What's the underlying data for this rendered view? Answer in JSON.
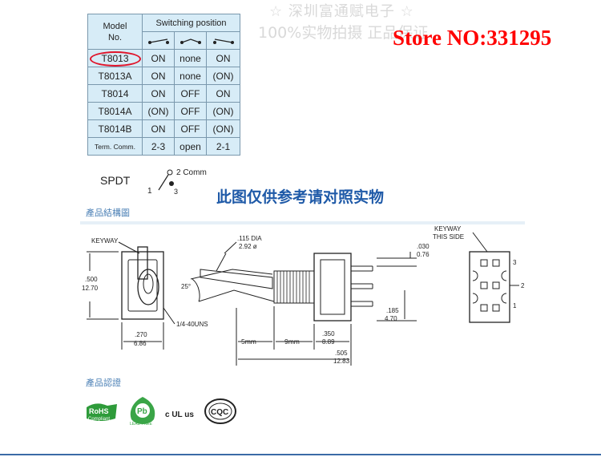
{
  "watermark": {
    "line1": "☆ 深圳富通赋电子 ☆",
    "line2": "100%实物拍摄 正品保证"
  },
  "store": "Store NO:331295",
  "table": {
    "model_header": "Model No.",
    "switching_header": "Switching position",
    "rows": [
      {
        "model": "T8013",
        "p1": "ON",
        "p2": "none",
        "p3": "ON"
      },
      {
        "model": "T8013A",
        "p1": "ON",
        "p2": "none",
        "p3": "(ON)"
      },
      {
        "model": "T8014",
        "p1": "ON",
        "p2": "OFF",
        "p3": "ON"
      },
      {
        "model": "T8014A",
        "p1": "(ON)",
        "p2": "OFF",
        "p3": "(ON)"
      },
      {
        "model": "T8014B",
        "p1": "ON",
        "p2": "OFF",
        "p3": "(ON)"
      },
      {
        "model": "Term. Comm.",
        "p1": "2-3",
        "p2": "open",
        "p3": "2-1"
      }
    ],
    "highlight_color": "#e0142a"
  },
  "spdt": {
    "label": "SPDT",
    "comm": "2 Comm",
    "pin1": "1",
    "pin3": "3"
  },
  "notice_cn": "此图仅供参考请对照实物",
  "section_structure": "產品結構圖",
  "section_cert": "產品認證",
  "drawing": {
    "keyway": "KEYWAY",
    "keyway_side_1": "KEYWAY",
    "keyway_side_2": "THIS SIDE",
    "dia_1": ".115 DIA",
    "dia_2": "2.92 ø",
    "h500": ".500",
    "h1270": "12.70",
    "angle": "25°",
    "w270": ".270",
    "w686": "6.86",
    "thread": "1/4-40UNS",
    "mm5": "5mm",
    "mm9": "9mm",
    "d350": ".350",
    "d889": "8.89",
    "d505": ".505",
    "d1283": "12.83",
    "d030": ".030",
    "d076": "0.76",
    "d185": ".185",
    "d470": "4.70",
    "pin3": "3",
    "pin2": "2",
    "pin1": "1"
  },
  "certs": {
    "rohs": "RoHS",
    "rohs_sub": "Compliant",
    "pb": "Pb",
    "pb_sub": "LEAD FREE",
    "ul": "c UL us",
    "cqc": "CQC"
  }
}
